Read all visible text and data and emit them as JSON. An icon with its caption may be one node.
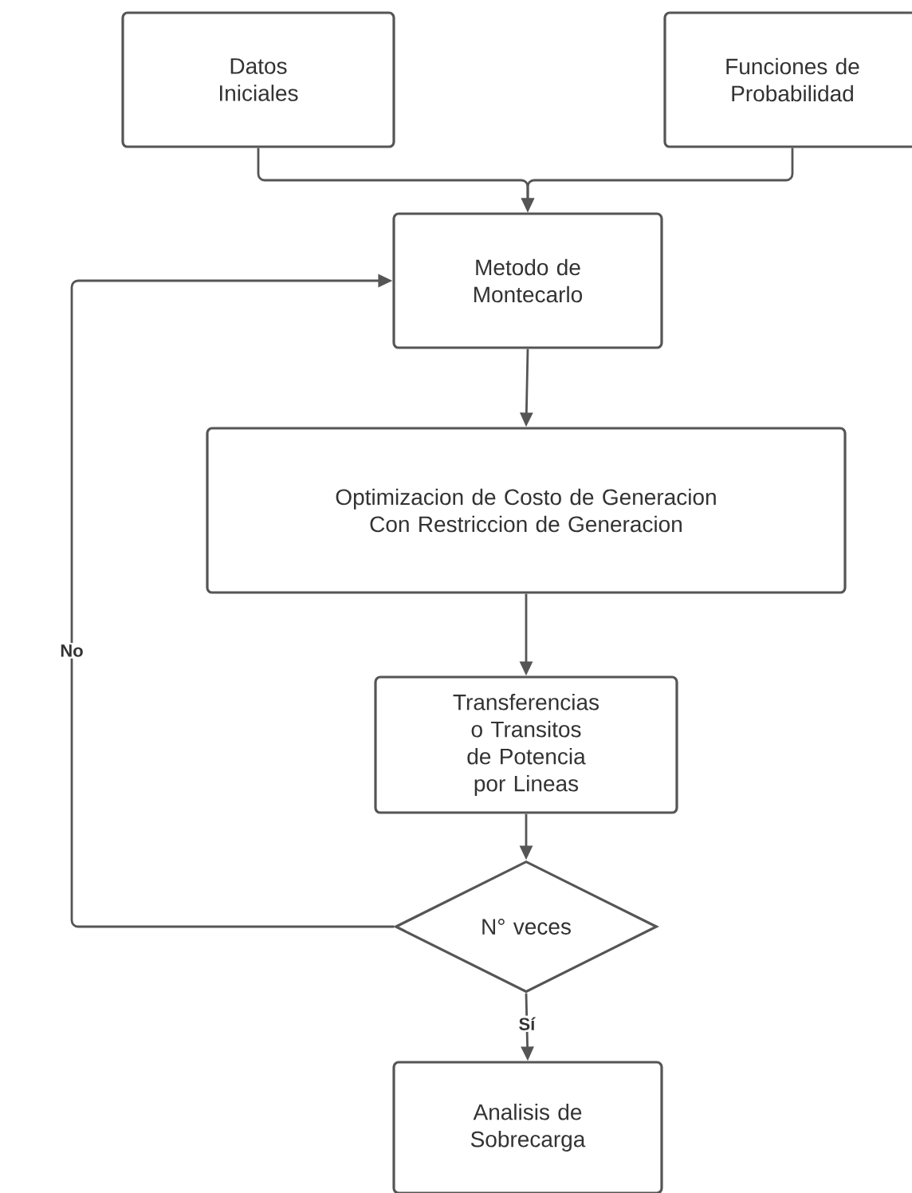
{
  "diagram": {
    "nodes": [
      {
        "text": [
          "Datos Iniciales"
        ]
      },
      {
        "text": [
          "Funciones de Probabilidad"
        ]
      },
      {
        "text": [
          "Metodo de Montecarlo"
        ]
      },
      {
        "text": [
          "Optimizacion de Costo de Generacion Con Restriccion de Generacion"
        ]
      },
      {
        "text": [
          "Transferencias o Transitos de Potencia por Lineas"
        ]
      },
      {
        "text": [
          "N° veces"
        ]
      },
      {
        "text": [
          "Analisis de Sobrecarga"
        ]
      }
    ],
    "edges": [
      {
        "from": 0,
        "to": 2,
        "arrow": "to"
      },
      {
        "from": 1,
        "to": 2,
        "arrow": "to"
      },
      {
        "from": 2,
        "to": 3,
        "arrow": "to"
      },
      {
        "from": 3,
        "to": 4,
        "arrow": "to"
      },
      {
        "from": 4,
        "to": 5,
        "arrow": "to"
      },
      {
        "from": 5,
        "to": 6,
        "arrow": "to",
        "label": "Sí"
      },
      {
        "from": 5,
        "to": 2,
        "arrow": "to",
        "label": "No"
      }
    ]
  }
}
